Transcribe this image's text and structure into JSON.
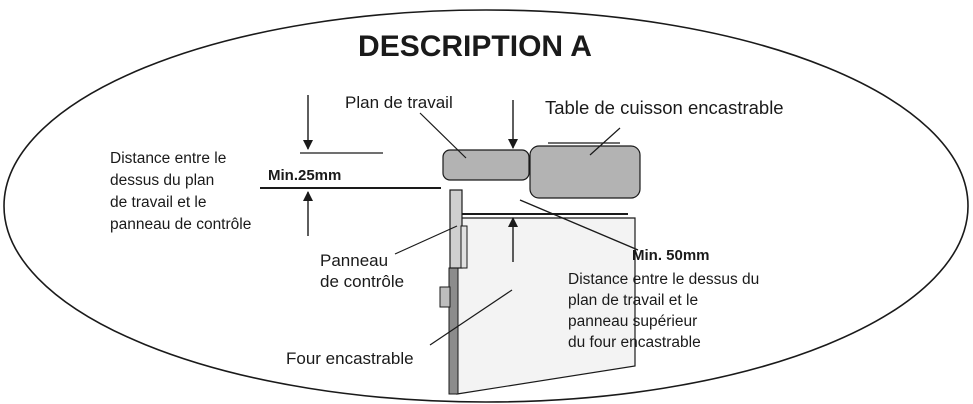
{
  "title": "DESCRIPTION A",
  "labels": {
    "worktop": "Plan de travail",
    "hob": "Table de cuisson encastrable",
    "control_panel": [
      "Panneau",
      "de contrôle"
    ],
    "oven": "Four encastrable"
  },
  "dimensions": {
    "top_gap_label": "Min.25mm",
    "top_gap_description": [
      "Distance entre le",
      "dessus du plan",
      "de travail et le",
      "panneau de contrôle"
    ],
    "oven_gap_label": "Min. 50mm",
    "oven_gap_description": [
      "Distance entre le dessus du",
      "plan de travail et le",
      "panneau supérieur",
      "du four encastrable"
    ]
  },
  "colors": {
    "ink": "#1a1a1a",
    "worktop_fill": "#b3b3b3",
    "oven_fill": "#f3f3f3",
    "oven_panel_fill": "#8c8c8c"
  }
}
